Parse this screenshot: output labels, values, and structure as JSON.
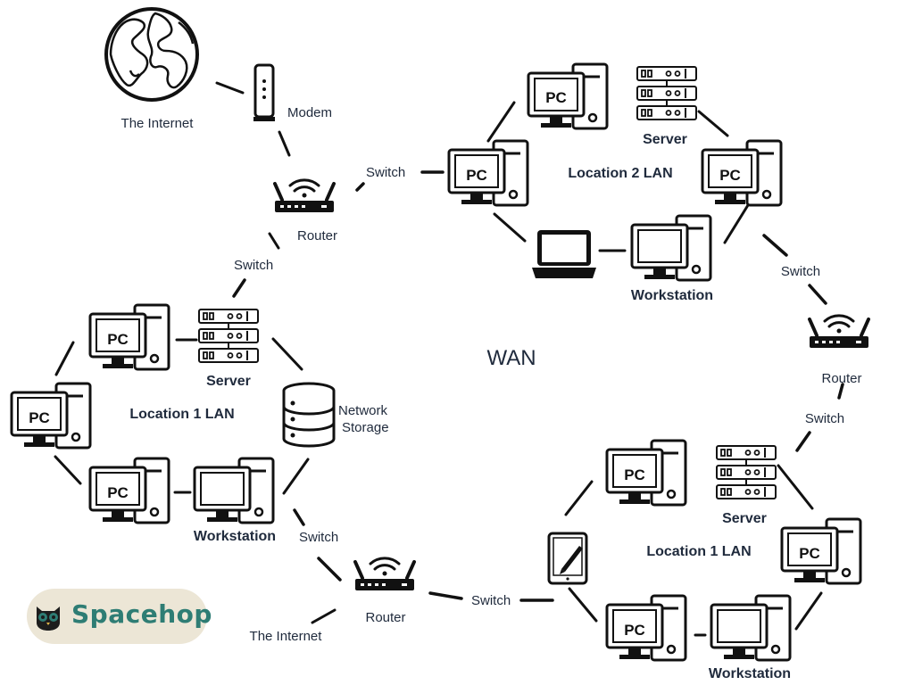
{
  "diagram": {
    "center_label": "WAN",
    "internet_top": "The Internet",
    "internet_bottom": "The Internet",
    "modem": "Modem",
    "router": "Router",
    "switch": "Switch",
    "server": "Server",
    "pc": "PC",
    "workstation": "Workstation",
    "network_storage_line1": "Network",
    "network_storage_line2": "Storage",
    "location1_lan": "Location 1 LAN",
    "location2_lan": "Location 2 LAN",
    "location1_lan_right": "Location 1 LAN"
  },
  "brand": {
    "name": "Spacehop",
    "color": "#2e7d74",
    "pill_color": "#ece6d6"
  }
}
